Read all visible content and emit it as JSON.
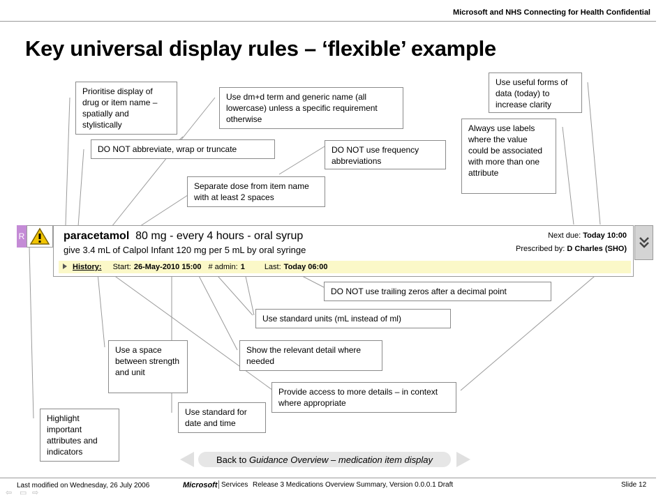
{
  "header": {
    "confidential": "Microsoft and NHS Connecting for Health Confidential",
    "title": "Key universal display rules – ‘flexible’ example"
  },
  "callouts": {
    "prioritise": "Prioritise display of drug or item name – spatially and stylistically",
    "dmd": "Use dm+d term and generic name (all lowercase) unless a specific requirement otherwise",
    "useful_forms": "Use useful forms of data (today) to increase clarity",
    "labels": "Always use labels where the value could be associated with more than one attribute",
    "no_abbrev": "DO NOT abbreviate, wrap or truncate",
    "no_freq": "DO NOT use frequency abbreviations",
    "separate_dose": "Separate dose from item name with at least 2 spaces",
    "no_zeros": "DO NOT use trailing zeros after a decimal point",
    "std_units": "Use standard units (mL instead of ml)",
    "space_strength": "Use a space between strength and unit",
    "relevant_detail": "Show the relevant detail where needed",
    "access_details": "Provide access to more details – in context where appropriate",
    "std_date": "Use standard for date and time",
    "highlight": "Highlight important attributes and indicators"
  },
  "medication": {
    "tab_letter": "R",
    "drug_name": "paracetamol",
    "drug_detail": "80 mg - every 4 hours - oral syrup",
    "give_line": "give 3.4 mL of Calpol Infant 120 mg per 5 mL by oral syringe",
    "next_due_label": "Next due:",
    "next_due_value": "Today 10:00",
    "prescribed_label": "Prescribed by:",
    "prescribed_value": "D Charles (SHO)",
    "history": {
      "link": "History:",
      "start_label": "Start:",
      "start_value": "26-May-2010 15:00",
      "admin_label": "# admin:",
      "admin_value": "1",
      "last_label": "Last:",
      "last_value": "Today 06:00"
    }
  },
  "nav": {
    "back_prefix": "Back to",
    "back_target": "Guidance Overview",
    "back_suffix": "– medication item display"
  },
  "footer": {
    "modified": "Last modified on Wednesday, 26 July 2006",
    "brand": "Microsoft",
    "services": "Services",
    "release": "Release 3 Medications Overview Summary, Version 0.0.0.1 Draft",
    "slide": "Slide 12"
  },
  "colors": {
    "tab": "#c48bd6",
    "history_bg": "#fbf8c8",
    "warning": "#f2c500"
  }
}
